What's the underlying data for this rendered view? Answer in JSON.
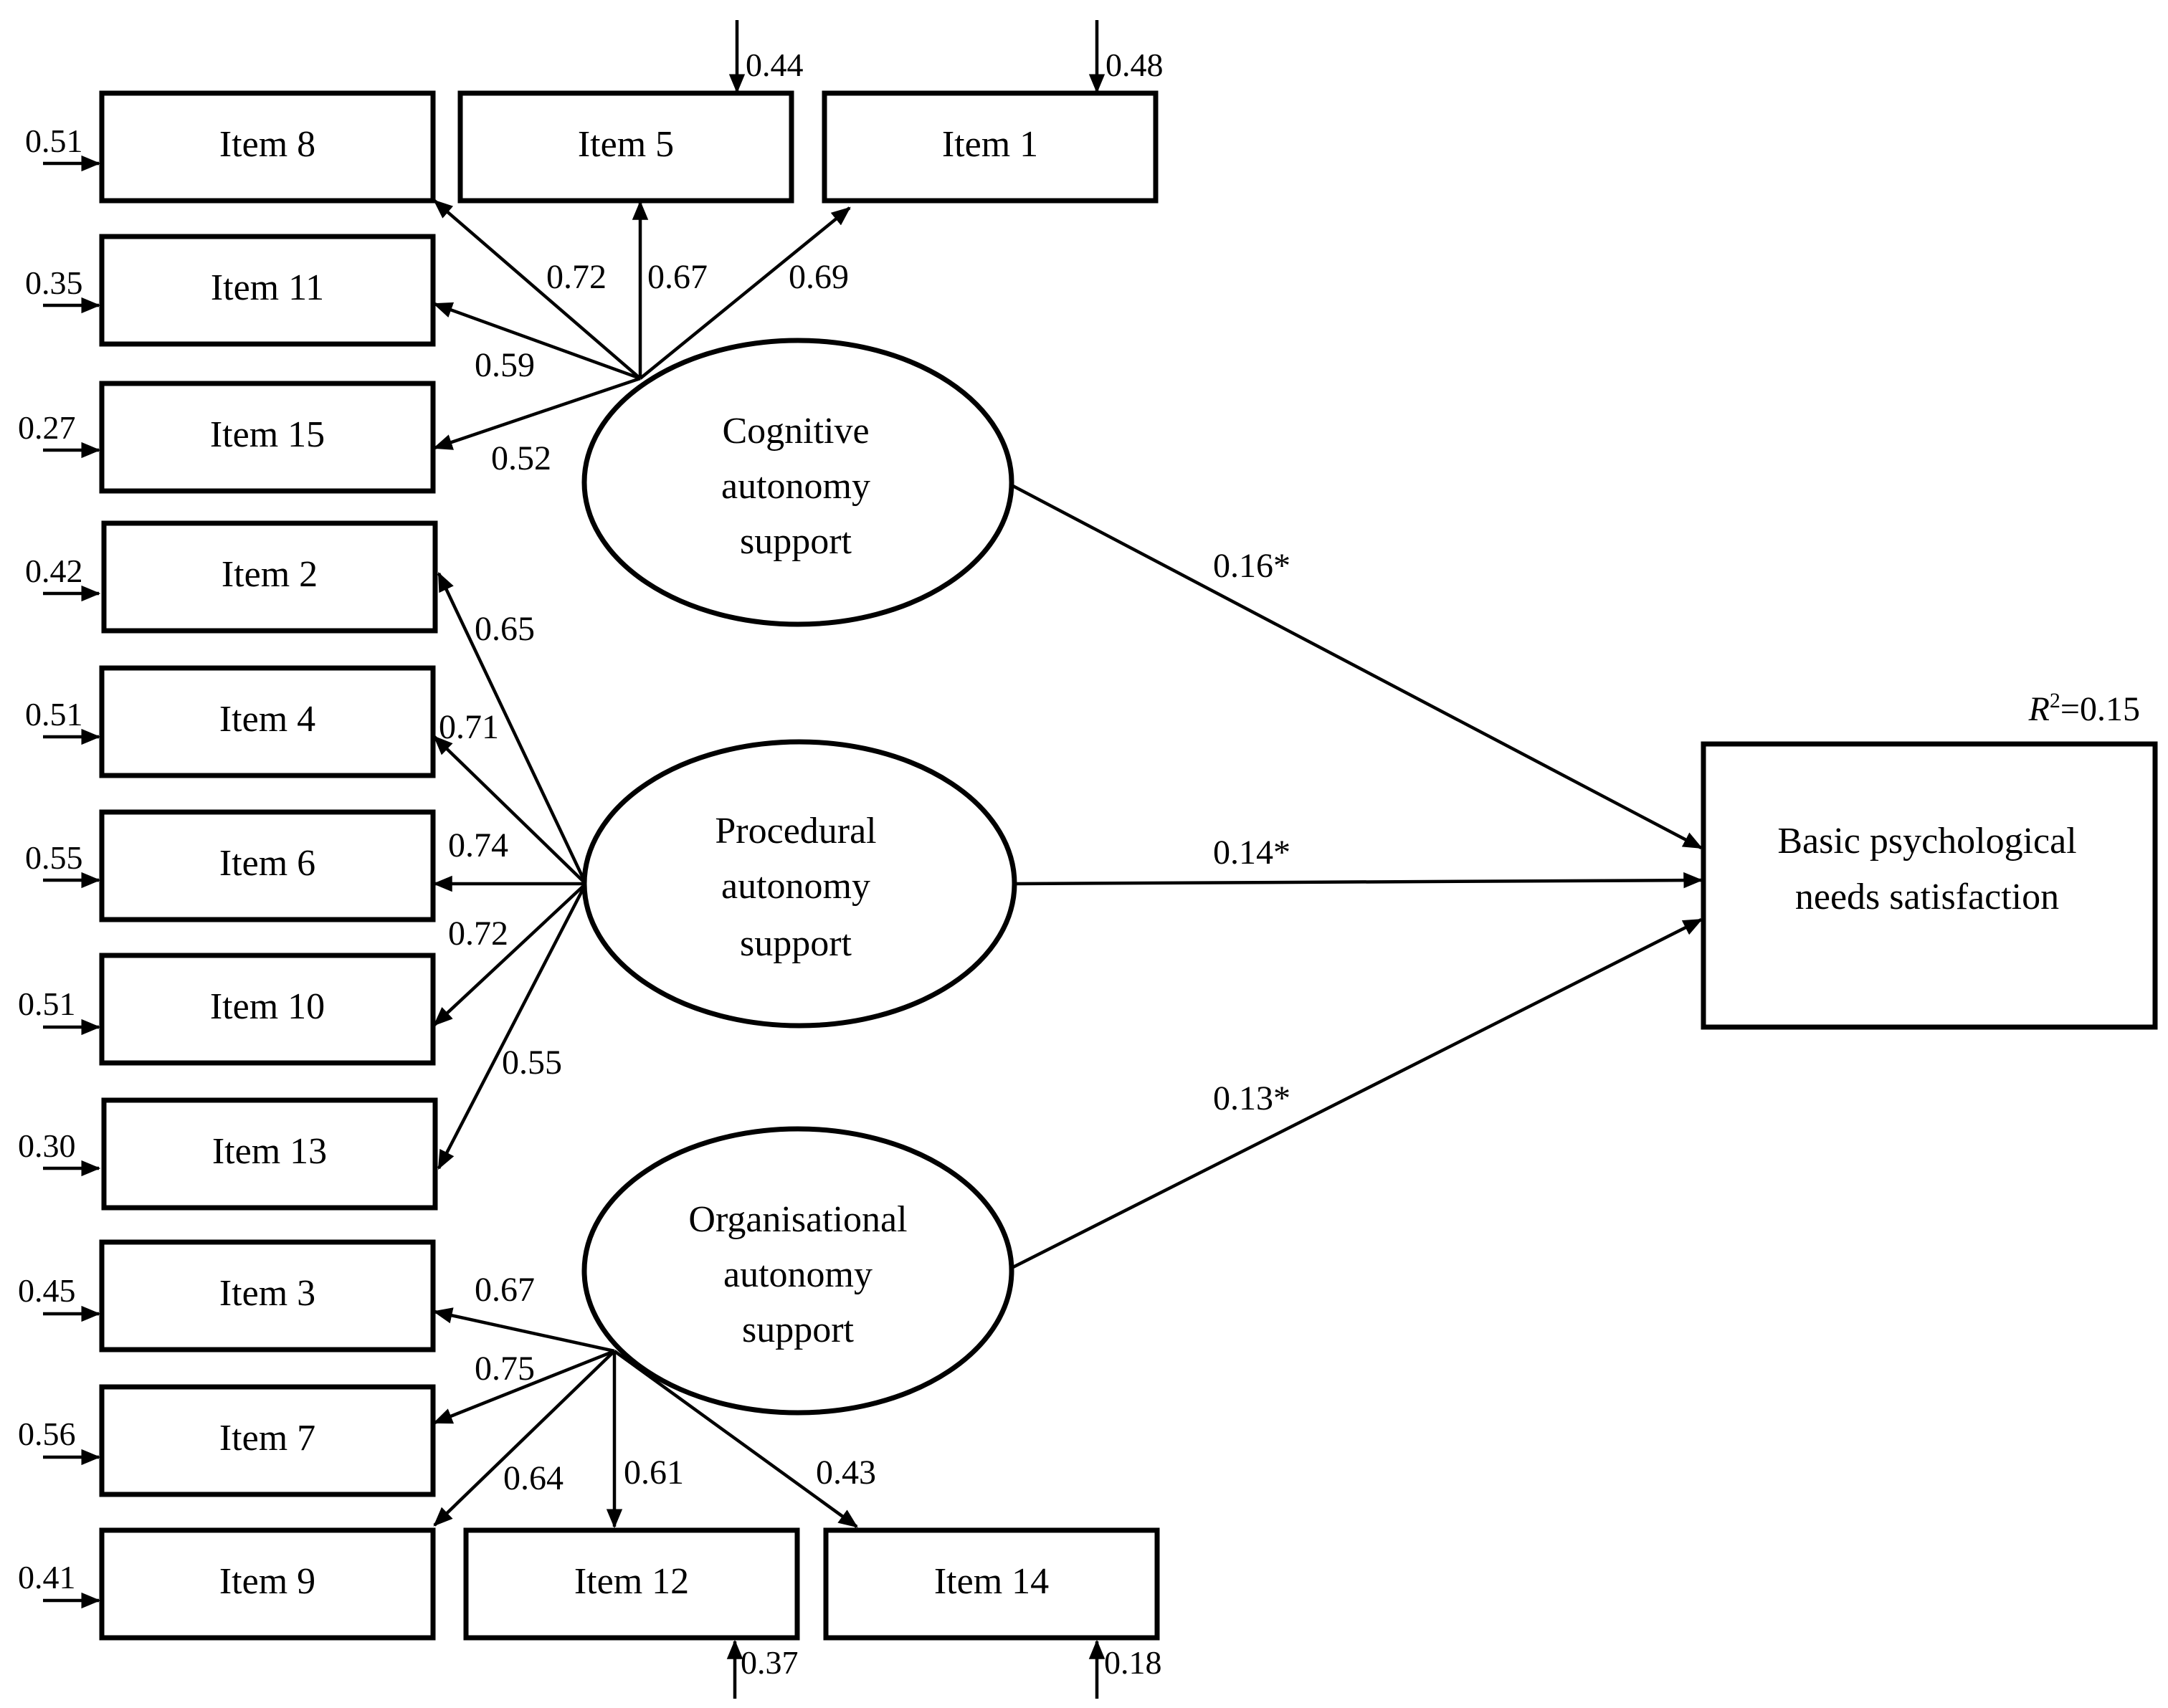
{
  "items": {
    "item8": "Item 8",
    "item5": "Item 5",
    "item1": "Item 1",
    "item11": "Item 11",
    "item15": "Item 15",
    "item2": "Item 2",
    "item4": "Item 4",
    "item6": "Item 6",
    "item10": "Item 10",
    "item13": "Item 13",
    "item3": "Item 3",
    "item7": "Item 7",
    "item9": "Item 9",
    "item12": "Item 12",
    "item14": "Item 14"
  },
  "latents": {
    "cognitive": [
      "Cognitive",
      "autonomy",
      "support"
    ],
    "procedural": [
      "Procedural",
      "autonomy",
      "support"
    ],
    "organisational": [
      "Organisational",
      "autonomy",
      "support"
    ]
  },
  "outcome": {
    "lines": [
      "Basic psychological",
      "needs satisfaction"
    ],
    "r2_symbol": "R",
    "r2_sup": "2",
    "r2_value": "=0.15"
  },
  "loadings": {
    "item8": "0.72",
    "item5": "0.67",
    "item1": "0.69",
    "item11": "0.59",
    "item15": "0.52",
    "item2": "0.65",
    "item4": "0.71",
    "item6": "0.74",
    "item10": "0.72",
    "item13": "0.55",
    "item3": "0.67",
    "item7": "0.75",
    "item9": "0.64",
    "item12": "0.61",
    "item14": "0.43"
  },
  "errors": {
    "item8": "0.51",
    "item5": "0.44",
    "item1": "0.48",
    "item11": "0.35",
    "item15": "0.27",
    "item2": "0.42",
    "item4": "0.51",
    "item6": "0.55",
    "item10": "0.51",
    "item13": "0.30",
    "item3": "0.45",
    "item7": "0.56",
    "item9": "0.41",
    "item12": "0.37",
    "item14": "0.18"
  },
  "paths": {
    "cognitive": "0.16*",
    "procedural": "0.14*",
    "organisational": "0.13*"
  }
}
